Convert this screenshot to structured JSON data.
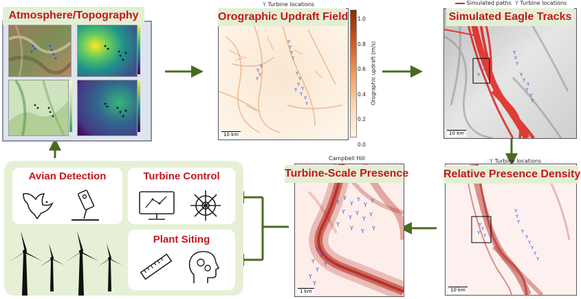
{
  "colors": {
    "title_text": "#c4171d",
    "title_bg": "#e3efd4",
    "arrow": "#4a6b1f",
    "panel_green": "#e6f0d6",
    "turbine_marker": "#3d4fd8"
  },
  "panels": {
    "atmosphere": {
      "title": "Atmosphere/Topography"
    },
    "updraft": {
      "title": "Orographic Updraft Field",
      "legend": "Turbine locations",
      "scale": "10 km",
      "colorbar_label": "Orographic updraft (m/s)",
      "colorbar_ticks": [
        "1.0",
        "0.8",
        "0.6",
        "0.4",
        "0.2",
        "0.0"
      ]
    },
    "tracks": {
      "title": "Simulated Eagle Tracks",
      "legend_paths": "Simulated paths",
      "legend_turbines": "Turbine locations",
      "scale": "10 km"
    },
    "density": {
      "title": "Relative Presence Density",
      "legend": "Turbine locations",
      "scale": "10 km"
    },
    "turbine_scale": {
      "title": "Turbine-Scale Presence",
      "subtitle": "Campbell Hill",
      "scale": "1 km"
    },
    "control": {
      "avian_detection": "Avian Detection",
      "turbine_control": "Turbine Control",
      "plant_siting": "Plant Siting",
      "icons": [
        "eagle-icon",
        "camera-sensor-icon",
        "monitor-icon",
        "ship-wheel-icon",
        "ruler-icon",
        "head-gears-icon",
        "wind-turbine-icon"
      ]
    }
  }
}
